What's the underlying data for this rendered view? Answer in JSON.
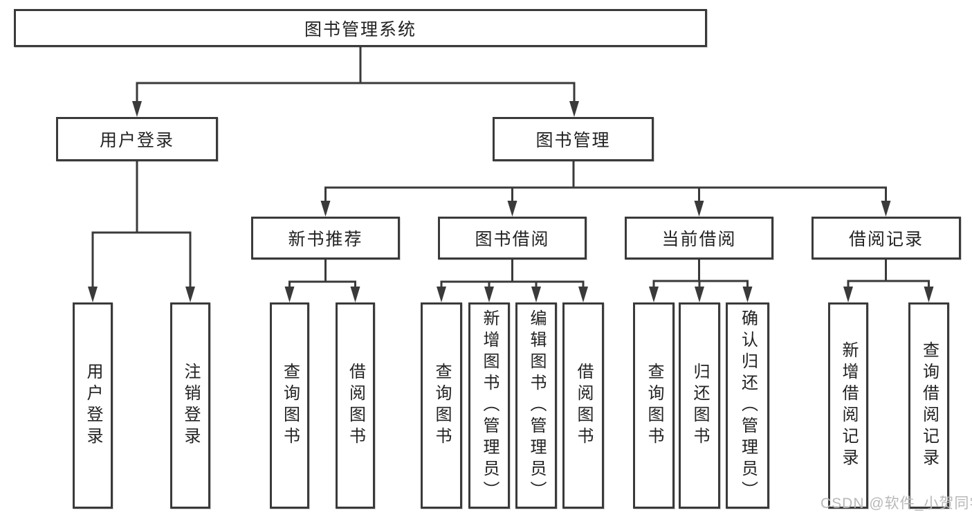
{
  "diagram": {
    "title": "图书管理系统",
    "tree": {
      "label": "图书管理系统",
      "children": [
        {
          "label": "用户登录",
          "children": [
            {
              "label": "用户登录"
            },
            {
              "label": "注销登录"
            }
          ]
        },
        {
          "label": "图书管理",
          "children": [
            {
              "label": "新书推荐",
              "children": [
                {
                  "label": "查询图书"
                },
                {
                  "label": "借阅图书"
                }
              ]
            },
            {
              "label": "图书借阅",
              "children": [
                {
                  "label": "查询图书"
                },
                {
                  "label": "新增图书（管理员）"
                },
                {
                  "label": "编辑图书（管理员）"
                },
                {
                  "label": "借阅图书"
                }
              ]
            },
            {
              "label": "当前借阅",
              "children": [
                {
                  "label": "查询图书"
                },
                {
                  "label": "归还图书"
                },
                {
                  "label": "确认归还（管理员）"
                }
              ]
            },
            {
              "label": "借阅记录",
              "children": [
                {
                  "label": "新增借阅记录"
                },
                {
                  "label": "查询借阅记录"
                }
              ]
            }
          ]
        }
      ]
    },
    "watermark": "CSDN @软件_小贺同学",
    "colors": {
      "line": "#3a3a3a",
      "text": "#222222",
      "watermark_text": "#b8b8b8",
      "background": "#ffffff"
    }
  }
}
